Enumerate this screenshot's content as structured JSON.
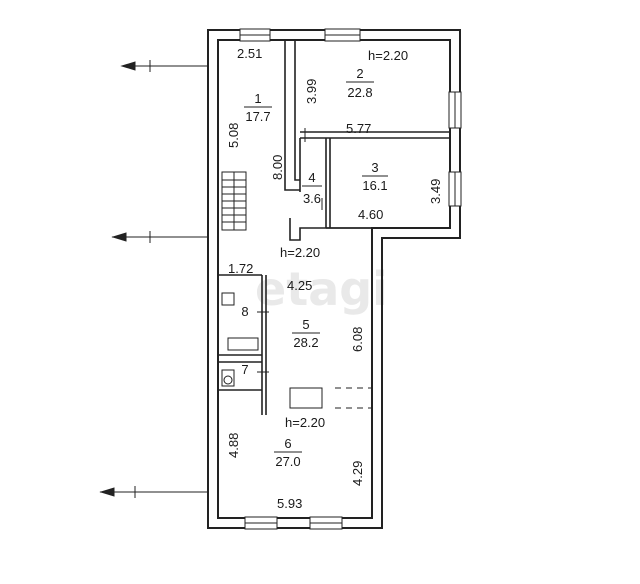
{
  "watermark": "etagi",
  "rooms": [
    {
      "number": "1",
      "area": "17.7"
    },
    {
      "number": "2",
      "area": "22.8"
    },
    {
      "number": "3",
      "area": "16.1"
    },
    {
      "number": "4",
      "area": "3.6"
    },
    {
      "number": "5",
      "area": "28.2"
    },
    {
      "number": "6",
      "area": "27.0"
    },
    {
      "number": "7",
      "area": ""
    },
    {
      "number": "8",
      "area": ""
    }
  ],
  "heights": {
    "room2": "h=2.20",
    "hall": "h=2.20",
    "room6": "h=2.20"
  },
  "dimensions": {
    "d2_51": "2.51",
    "d3_99": "3.99",
    "d5_08": "5.08",
    "d8_00": "8.00",
    "d5_77": "5.77",
    "d3_49": "3.49",
    "d4_60": "4.60",
    "d1_72": "1.72",
    "d4_25": "4.25",
    "d6_08": "6.08",
    "d4_88": "4.88",
    "d4_29": "4.29",
    "d5_93": "5.93"
  }
}
